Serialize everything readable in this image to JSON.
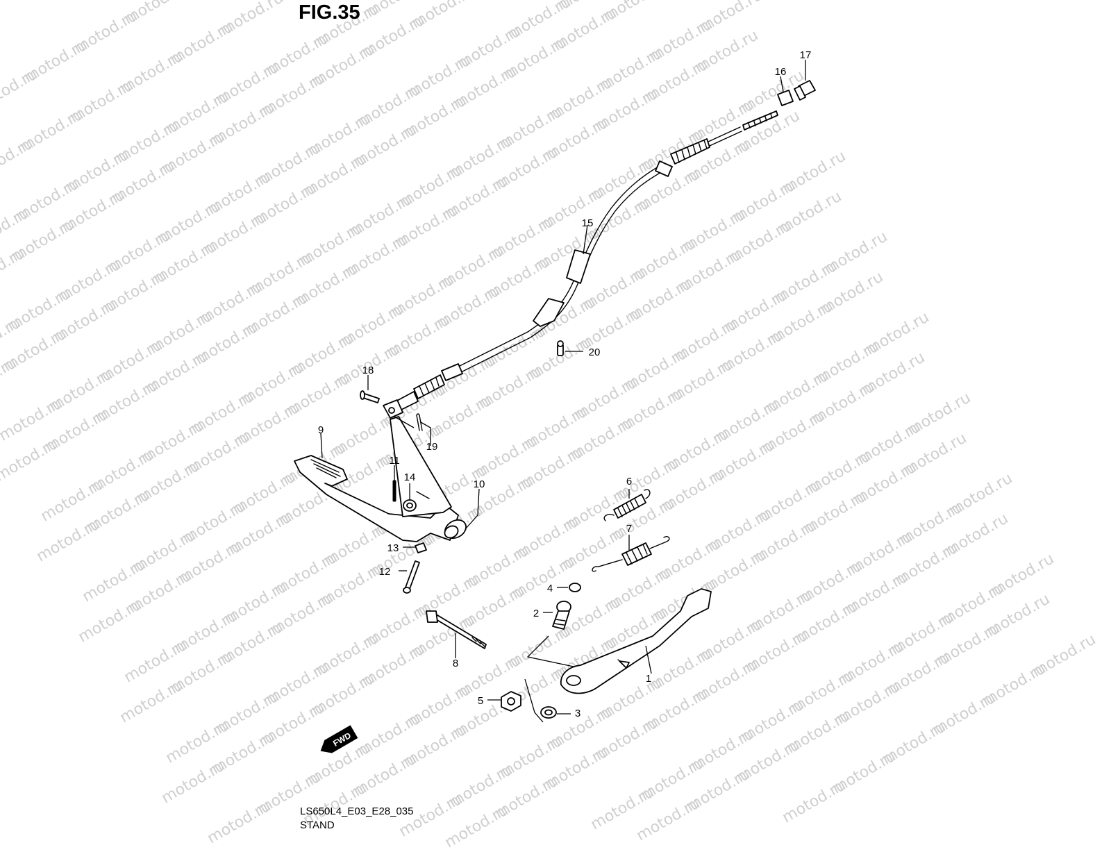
{
  "figure": {
    "title": "FIG.35",
    "code": "LS650L4_E03_E28_035",
    "name": "STAND",
    "watermark": "motod.ru",
    "direction_badge": "FWD"
  },
  "callouts": [
    "1",
    "2",
    "3",
    "4",
    "5",
    "6",
    "7",
    "8",
    "9",
    "10",
    "11",
    "12",
    "13",
    "14",
    "15",
    "16",
    "17",
    "18",
    "19",
    "20"
  ],
  "parts": {
    "1": "side stand leg",
    "2": "stand pivot bolt",
    "3": "washer",
    "4": "cap",
    "5": "nut",
    "6": "spring",
    "7": "spring",
    "8": "long bolt",
    "9": "brake pedal",
    "10": "pedal pivot bushing",
    "11": "pin",
    "12": "bolt",
    "13": "nut",
    "14": "washer",
    "15": "brake cable",
    "16": "cap",
    "17": "adjuster nut",
    "18": "clevis pin",
    "19": "cotter pin",
    "20": "bolt"
  }
}
